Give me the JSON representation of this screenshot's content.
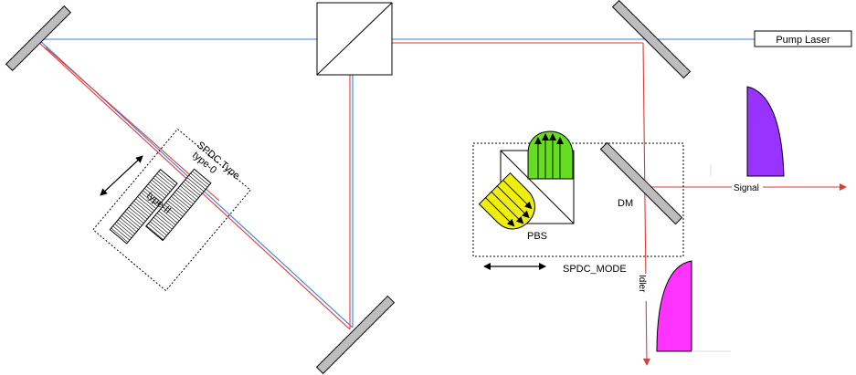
{
  "labels": {
    "pump_laser": "Pump Laser",
    "spdc_type": "SPDC Type",
    "type_0": "type-0",
    "type_ii": "type-II",
    "pbs": "PBS",
    "dm": "DM",
    "spdc_mode": "SPDC_MODE",
    "signal": "Signal",
    "idler": "Idler"
  },
  "colors": {
    "pump_beam": "#3a7fd9",
    "spdc_beam": "#e53935",
    "mirror_fill": "#bdbdbd",
    "lobe_green": "#66dd22",
    "lobe_yellow": "#eeee11",
    "signal_pulse": "#9933ff",
    "idler_pulse": "#ff33ff"
  }
}
